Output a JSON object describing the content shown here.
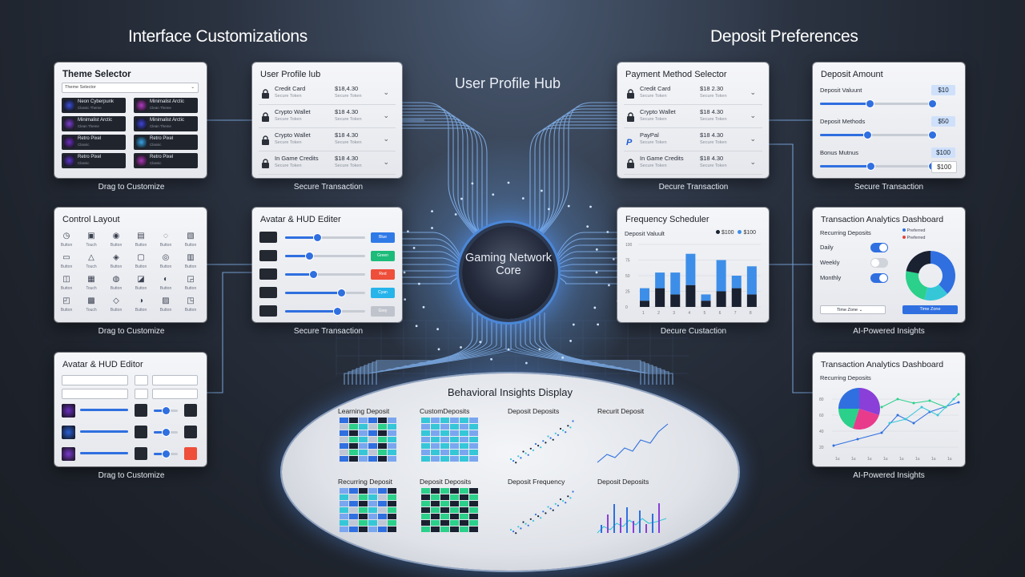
{
  "sections": {
    "left": "Interface Customizations",
    "right": "Deposit Preferences",
    "hub": "User Profile Hub"
  },
  "core": {
    "label": "Gaming Network Core"
  },
  "theme_selector": {
    "title": "Theme Selector",
    "dropdown": "Theme Selector",
    "tiles": [
      {
        "label": "Neon Cyberpunk",
        "sub": "Classic Theme",
        "thumb": "#3a4fd8"
      },
      {
        "label": "Minimalist Arctic",
        "sub": "Clean Theme",
        "thumb": "#b03ac4"
      },
      {
        "label": "Minimalist Arctic",
        "sub": "Clean Theme",
        "thumb": "#7a3fd0"
      },
      {
        "label": "Minimalist Arctic",
        "sub": "Clean Theme",
        "thumb": "#3d44d8"
      },
      {
        "label": "Retro Pixel",
        "sub": "Classic",
        "thumb": "#6a2fc0"
      },
      {
        "label": "Retro Pixel",
        "sub": "Classic",
        "thumb": "#38a4e8"
      },
      {
        "label": "Retro Pixel",
        "sub": "Classic",
        "thumb": "#5a36c8"
      },
      {
        "label": "Retro Pixel",
        "sub": "Classic",
        "thumb": "#a838b8"
      }
    ],
    "caption": "Drag to Customize"
  },
  "user_profile": {
    "title": "User Profile lub",
    "rows": [
      {
        "name": "Credit Card",
        "amount": "$18,4.30",
        "sub": "Secure Token"
      },
      {
        "name": "Crypto Wallet",
        "amount": "$18 4.30",
        "sub": "Secure Token"
      },
      {
        "name": "Crypto Wallet",
        "amount": "$18 4.30",
        "sub": "Secure Token"
      },
      {
        "name": "In Game Credits",
        "amount": "$18 4.30",
        "sub": "Secure Token"
      }
    ],
    "caption": "Secure Transaction"
  },
  "payment_selector": {
    "title": "Payment Method Selector",
    "rows": [
      {
        "name": "Credit Card",
        "amount": "$18 2.30",
        "sub": "Secure Token",
        "icon": "lock-icon"
      },
      {
        "name": "Crypto Wallet",
        "amount": "$18 4.30",
        "sub": "Secure Token",
        "icon": "lock-icon"
      },
      {
        "name": "PayPal",
        "amount": "$18 4.30",
        "sub": "Secure Token",
        "icon": "paypal-icon"
      },
      {
        "name": "In Game Credits",
        "amount": "$18 4.30",
        "sub": "Secure Token",
        "icon": "lock-icon"
      }
    ],
    "caption": "Decure Transaction"
  },
  "deposit_amount": {
    "title": "Deposit Amount",
    "rows": [
      {
        "label": "Deposit Valuunt",
        "value": "$10"
      },
      {
        "label": "Deposit Methods",
        "value": "$50"
      },
      {
        "label": "Bonus Mutnus",
        "value": "$100"
      }
    ],
    "extra_value": "$100",
    "slider_levels": [
      0.44,
      0.42,
      0.45
    ],
    "caption": "Secure Transaction"
  },
  "control_layout": {
    "title": "Control Layout",
    "controls": [
      "Button",
      "Touch",
      "Button",
      "Button",
      "Button",
      "Button",
      "Button",
      "Touch",
      "Button",
      "Button",
      "Button",
      "Button",
      "Button",
      "Touch",
      "Button",
      "Button",
      "Button",
      "Button",
      "Button",
      "Touch",
      "Button",
      "Button",
      "Button",
      "Button"
    ],
    "caption": "Drag to Customize"
  },
  "avatar_editor": {
    "title": "Avatar & HUD Editer",
    "buttons": [
      {
        "label": "Blue",
        "color": "#2f7ae6"
      },
      {
        "label": "Green",
        "color": "#1dbb7a"
      },
      {
        "label": "Red",
        "color": "#ee4e3a"
      },
      {
        "label": "Cyan",
        "color": "#26b4ea"
      },
      {
        "label": "Grey",
        "color": "#bfc4cc"
      }
    ],
    "slider_levels": [
      0.4,
      0.3,
      0.35,
      0.7,
      0.65
    ],
    "caption": "Secure Transaction"
  },
  "frequency": {
    "title": "Frequency Scheduler",
    "subtitle": "Deposit Valuult",
    "legend": [
      "$100",
      "$100"
    ],
    "caption": "Decure Custaction"
  },
  "analytics1": {
    "title": "Transaction Analytics Dashboard",
    "subtitle": "Recurring Deposits",
    "legend": [
      "Preferred",
      "Preferred"
    ],
    "toggles": [
      {
        "label": "Daily",
        "on": true
      },
      {
        "label": "Weekly",
        "on": false
      },
      {
        "label": "Monthly",
        "on": true
      }
    ],
    "time_zone": "Time Zone",
    "button": "Time Zone",
    "caption": "AI-Powered Insights"
  },
  "avatar_editor2": {
    "title": "Avatar & HUD Editor",
    "caption": "Drag to Customize"
  },
  "analytics2": {
    "title": "Transaction Analytics Dashboard",
    "subtitle": "Recurring Deposits",
    "caption": "AI-Powered Insights"
  },
  "behavioral": {
    "title": "Behavioral Insights Display",
    "panels": [
      "Learning Deposit",
      "CustomDeposits",
      "Deposit Deposits",
      "Recurit Deposit",
      "Recurring Deposit",
      "Deposit Deposits",
      "Deposit Frequency",
      "Deposit Deposits"
    ]
  },
  "chart_data": [
    {
      "type": "bar",
      "title": "Frequency Scheduler",
      "categories": [
        "1",
        "2",
        "3",
        "4",
        "5",
        "6",
        "7",
        "8"
      ],
      "ylim": [
        0,
        100
      ],
      "series": [
        {
          "name": "$100",
          "values": [
            10,
            30,
            20,
            35,
            10,
            25,
            30,
            20
          ]
        },
        {
          "name": "$100",
          "values": [
            20,
            25,
            35,
            50,
            10,
            50,
            20,
            45
          ]
        }
      ]
    },
    {
      "type": "pie",
      "title": "Transaction Analytics Dashboard",
      "values": [
        38,
        16,
        24,
        22
      ],
      "colors": [
        "#2f6fe0",
        "#35c7d8",
        "#2bd08a",
        "#1a2130"
      ]
    },
    {
      "type": "pie",
      "title": "Recurring Deposits",
      "values": [
        30,
        25,
        20,
        25
      ],
      "colors": [
        "#8a3fd8",
        "#e93b8c",
        "#2bd08a",
        "#2f6fe0"
      ]
    }
  ]
}
